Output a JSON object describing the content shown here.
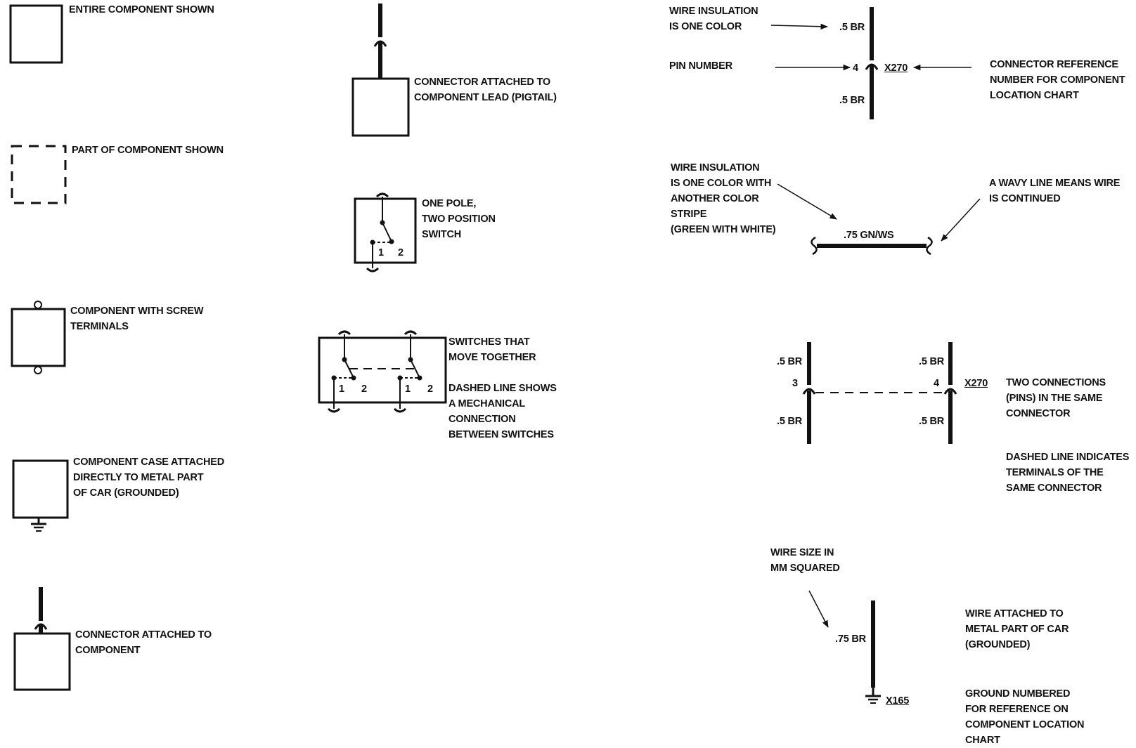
{
  "symbols": {
    "entire_component": [
      "ENTIRE COMPONENT SHOWN"
    ],
    "part_component": [
      "PART OF COMPONENT SHOWN"
    ],
    "screw_terminals": [
      "COMPONENT WITH SCREW",
      "TERMINALS"
    ],
    "case_grounded": [
      "COMPONENT CASE ATTACHED",
      "DIRECTLY TO METAL PART",
      "OF CAR (GROUNDED)"
    ],
    "connector_component": [
      "CONNECTOR ATTACHED TO",
      "COMPONENT"
    ],
    "connector_pigtail": [
      "CONNECTOR ATTACHED TO",
      "COMPONENT LEAD (PIGTAIL)"
    ],
    "one_pole_switch": [
      "ONE POLE,",
      "TWO POSITION",
      "SWITCH"
    ],
    "switches_together": [
      "SWITCHES THAT",
      "MOVE TOGETHER"
    ],
    "mechanical_connection": [
      "DASHED LINE SHOWS",
      "A MECHANICAL",
      "CONNECTION",
      "BETWEEN SWITCHES"
    ]
  },
  "switch_terminals": {
    "one": "1",
    "two": "2"
  },
  "wire_one_color": {
    "insulation_label": [
      "WIRE INSULATION",
      "IS ONE COLOR"
    ],
    "pin_label": [
      "PIN NUMBER"
    ],
    "connector_ref_label": [
      "CONNECTOR REFERENCE",
      "NUMBER FOR COMPONENT",
      "LOCATION CHART"
    ],
    "top_wire": ".5 BR",
    "pin": "4",
    "connector": "X270",
    "bottom_wire": ".5 BR"
  },
  "wire_stripe": {
    "insulation_label": [
      "WIRE INSULATION",
      "IS ONE COLOR WITH",
      "ANOTHER COLOR",
      "STRIPE",
      "(GREEN WITH WHITE)"
    ],
    "wavy_label": [
      "A WAVY LINE MEANS WIRE",
      "IS CONTINUED"
    ],
    "wire": ".75 GN/WS"
  },
  "two_connections": {
    "left_top": ".5 BR",
    "left_pin": "3",
    "left_bottom": ".5 BR",
    "right_top": ".5 BR",
    "right_pin": "4",
    "right_bottom": ".5 BR",
    "connector": "X270",
    "label": [
      "TWO CONNECTIONS",
      "(PINS) IN THE SAME",
      "CONNECTOR"
    ],
    "dashed_label": [
      "DASHED LINE INDICATES",
      "TERMINALS OF THE",
      "SAME CONNECTOR"
    ]
  },
  "ground_wire": {
    "size_label": [
      "WIRE SIZE IN",
      "MM SQUARED"
    ],
    "wire": ".75 BR",
    "ground_ref": "X165",
    "attached_label": [
      "WIRE ATTACHED TO",
      "METAL PART OF CAR",
      "(GROUNDED)"
    ],
    "numbered_label": [
      "GROUND NUMBERED",
      "FOR REFERENCE ON",
      "COMPONENT LOCATION",
      "CHART"
    ]
  }
}
